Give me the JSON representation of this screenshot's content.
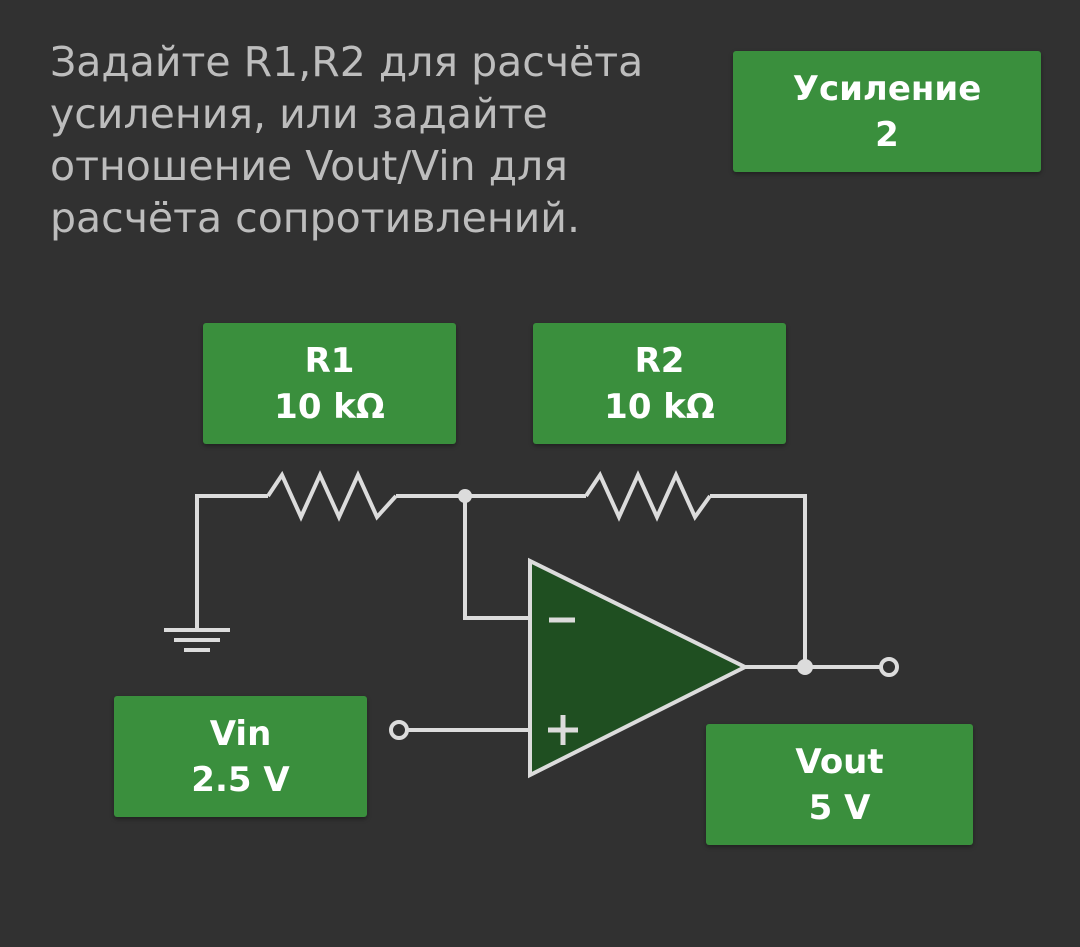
{
  "instruction": "Задайте R1,R2 для расчёта усиления, или задайте отношение Vout/Vin для расчёта сопротивлений.",
  "gain": {
    "label": "Усиление",
    "value": "2"
  },
  "r1": {
    "label": "R1",
    "value": "10 kΩ"
  },
  "r2": {
    "label": "R2",
    "value": "10 kΩ"
  },
  "vin": {
    "label": "Vin",
    "value": "2.5 V"
  },
  "vout": {
    "label": "Vout",
    "value": "5 V"
  },
  "colors": {
    "background": "#313131",
    "tile": "#3a8f3d",
    "opamp_fill": "#1f4f21",
    "wire": "#dcdcdc",
    "text": "#bdbdbd"
  },
  "icons": {
    "opamp": "op-amp-triangle-icon",
    "resistor": "resistor-zigzag-icon",
    "ground": "ground-symbol-icon",
    "inverting": "minus-sign",
    "non_inverting": "plus-sign"
  }
}
